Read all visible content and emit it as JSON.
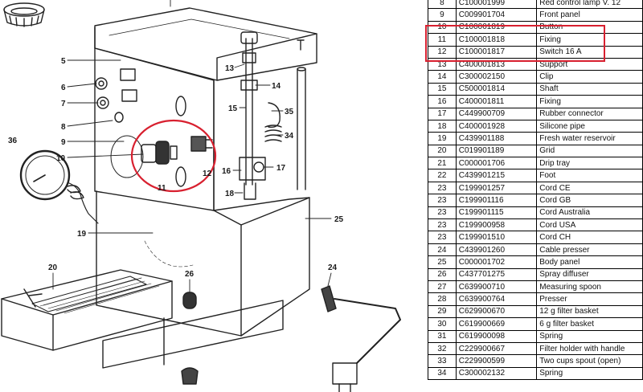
{
  "diagram": {
    "callouts": [
      "5",
      "6",
      "7",
      "8",
      "9",
      "10",
      "11",
      "12",
      "13",
      "14",
      "15",
      "16",
      "17",
      "18",
      "19",
      "20",
      "24",
      "25",
      "26",
      "34",
      "35",
      "36"
    ],
    "highlight_color": "#d8202f"
  },
  "parts_table": {
    "rows": [
      {
        "num": "8",
        "code": "C100001999",
        "desc": "Red control lamp V. 12"
      },
      {
        "num": "9",
        "code": "C009901704",
        "desc": "Front panel"
      },
      {
        "num": "10",
        "code": "C100001819",
        "desc": "Button"
      },
      {
        "num": "11",
        "code": "C100001818",
        "desc": "Fixing"
      },
      {
        "num": "12",
        "code": "C100001817",
        "desc": "Switch 16 A"
      },
      {
        "num": "13",
        "code": "C400001813",
        "desc": "Support"
      },
      {
        "num": "14",
        "code": "C300002150",
        "desc": "Clip"
      },
      {
        "num": "15",
        "code": "C500001814",
        "desc": "Shaft"
      },
      {
        "num": "16",
        "code": "C400001811",
        "desc": "Fixing"
      },
      {
        "num": "17",
        "code": "C449900709",
        "desc": "Rubber connector"
      },
      {
        "num": "18",
        "code": "C400001928",
        "desc": "Silicone pipe"
      },
      {
        "num": "19",
        "code": "C439901188",
        "desc": "Fresh water reservoir"
      },
      {
        "num": "20",
        "code": "C019901189",
        "desc": "Grid"
      },
      {
        "num": "21",
        "code": "C000001706",
        "desc": "Drip tray"
      },
      {
        "num": "22",
        "code": "C439901215",
        "desc": "Foot"
      },
      {
        "num": "23",
        "code": "C199901257",
        "desc": "Cord CE"
      },
      {
        "num": "23",
        "code": "C199901116",
        "desc": "Cord GB"
      },
      {
        "num": "23",
        "code": "C199901115",
        "desc": "Cord Australia"
      },
      {
        "num": "23",
        "code": "C199900958",
        "desc": "Cord USA"
      },
      {
        "num": "23",
        "code": "C199901510",
        "desc": "Cord CH"
      },
      {
        "num": "24",
        "code": "C439901260",
        "desc": "Cable presser"
      },
      {
        "num": "25",
        "code": "C000001702",
        "desc": "Body panel"
      },
      {
        "num": "26",
        "code": "C437701275",
        "desc": "Spray diffuser"
      },
      {
        "num": "27",
        "code": "C639900710",
        "desc": "Measuring spoon"
      },
      {
        "num": "28",
        "code": "C639900764",
        "desc": "Presser"
      },
      {
        "num": "29",
        "code": "C629900670",
        "desc": "12 g filter basket"
      },
      {
        "num": "30",
        "code": "C619900669",
        "desc": "6 g filter basket"
      },
      {
        "num": "31",
        "code": "C619900098",
        "desc": "Spring"
      },
      {
        "num": "32",
        "code": "C229900667",
        "desc": "Filter holder with handle"
      },
      {
        "num": "33",
        "code": "C229900599",
        "desc": "Two cups spout (open)"
      },
      {
        "num": "34",
        "code": "C300002132",
        "desc": "Spring"
      }
    ],
    "highlighted_rows": [
      "10",
      "11",
      "12"
    ]
  }
}
